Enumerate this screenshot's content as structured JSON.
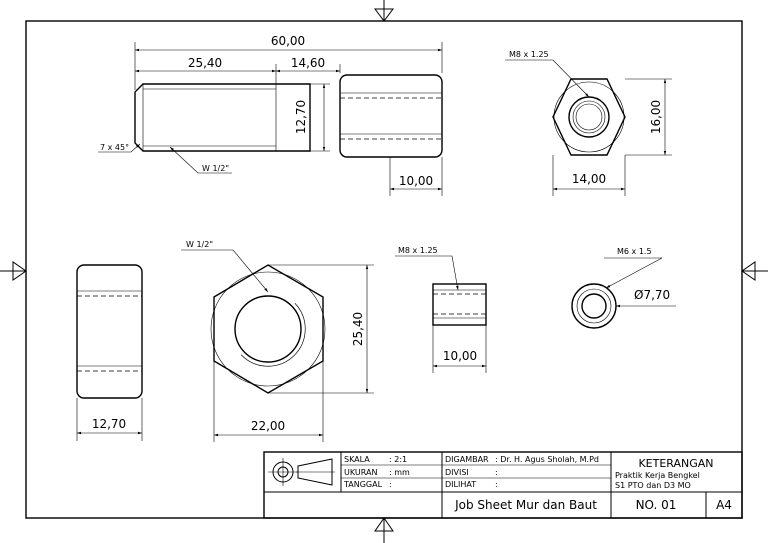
{
  "part1": {
    "dim_overall": "60,00",
    "dim_left": "25,40",
    "dim_right": "14,60",
    "dim_height": "12,70",
    "dim_hex_len": "10,00",
    "chamfer_label": "7 x 45°",
    "thread_label": "W 1/2\""
  },
  "part2": {
    "thread_label": "M8 x 1.25",
    "dim_height": "16,00",
    "dim_width": "14,00"
  },
  "part3": {
    "dim_width": "12,70"
  },
  "part4": {
    "thread_label": "W 1/2\"",
    "dim_height": "25,40",
    "dim_width": "22,00"
  },
  "part5": {
    "thread_label": "M8 x 1.25",
    "dim_width": "10,00"
  },
  "part6": {
    "thread_label": "M6 x 1.5",
    "dim_diameter": "Ø7,70"
  },
  "title_block": {
    "skala_label": "SKALA",
    "skala_value": ": 2:1",
    "ukuran_label": "UKURAN",
    "ukuran_value": ": mm",
    "tanggal_label": "TANGGAL",
    "tanggal_value": ":",
    "digambar_label": "DIGAMBAR",
    "digambar_value": ": Dr. H. Agus Sholah, M.Pd",
    "divisi_label": "DIVISI",
    "divisi_value": ":",
    "dilihat_label": "DILIHAT",
    "dilihat_value": ":",
    "keterangan_title": "KETERANGAN",
    "keterangan_line1": "Praktik Kerja Bengkel",
    "keterangan_line2": "S1 PTO dan D3 MO",
    "sheet_title": "Job Sheet Mur dan Baut",
    "number": "NO. 01",
    "paper_size": "A4"
  }
}
